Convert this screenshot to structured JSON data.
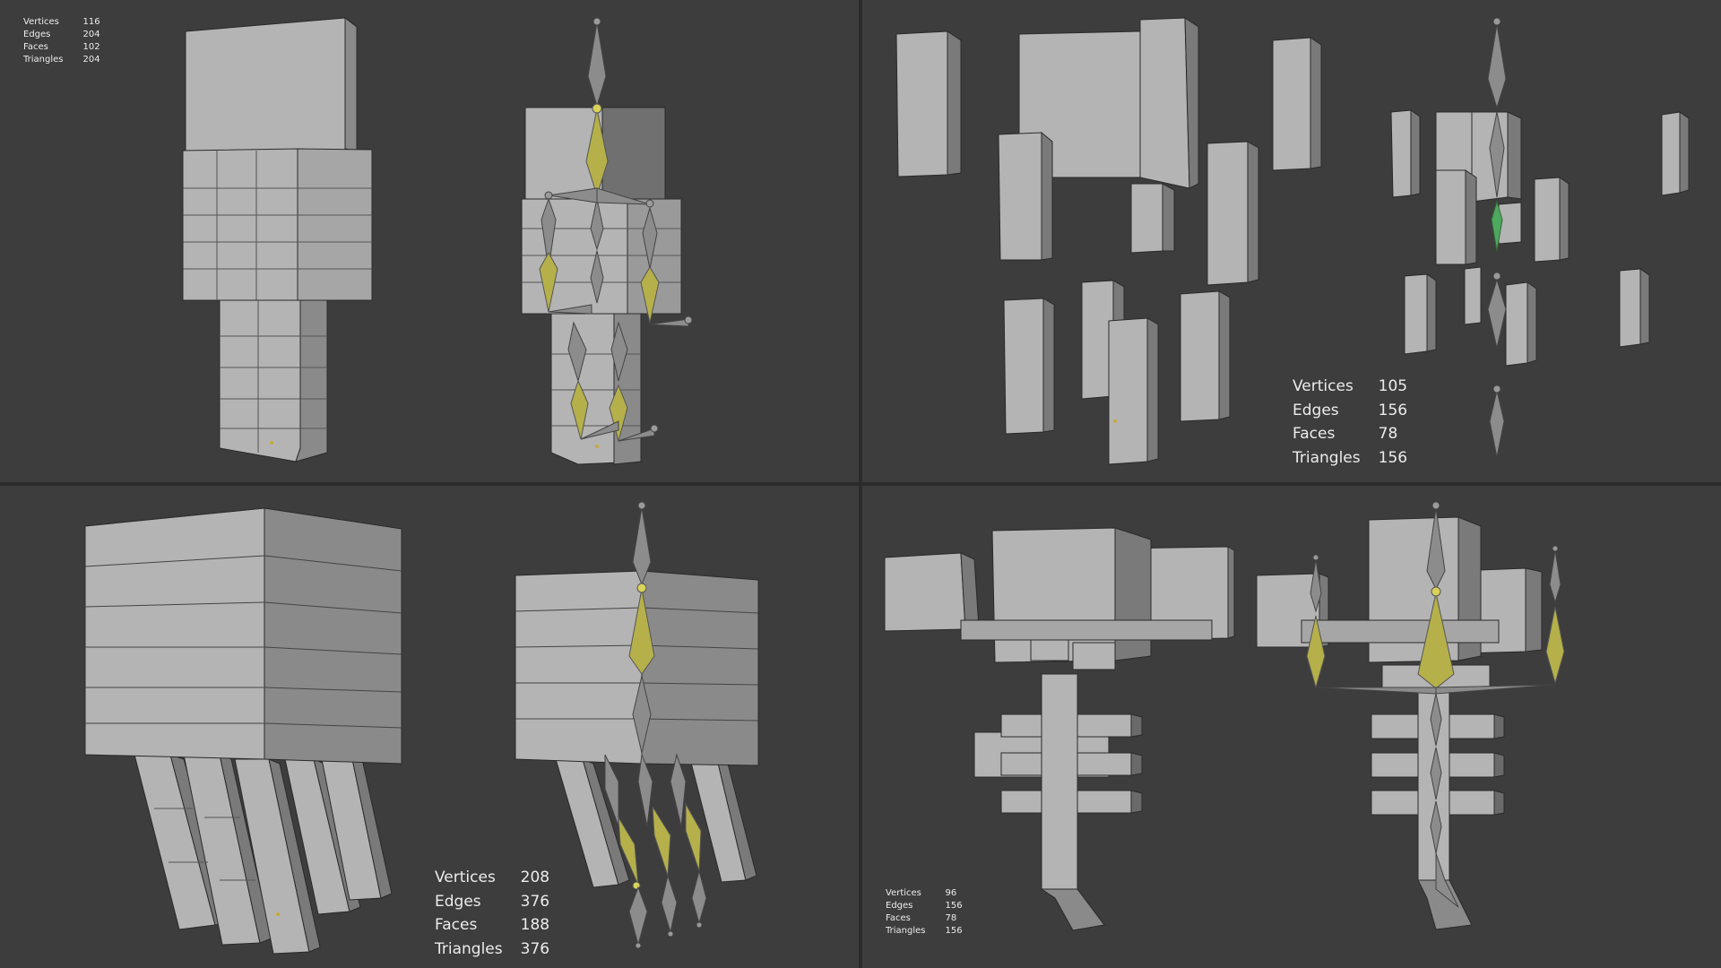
{
  "viewports": [
    {
      "id": "tl",
      "size": "small",
      "stats": [
        {
          "label": "Vertices",
          "value": "116"
        },
        {
          "label": "Edges",
          "value": "204"
        },
        {
          "label": "Faces",
          "value": "102"
        },
        {
          "label": "Triangles",
          "value": "204"
        }
      ]
    },
    {
      "id": "tr",
      "size": "large",
      "stats": [
        {
          "label": "Vertices",
          "value": "105"
        },
        {
          "label": "Edges",
          "value": "156"
        },
        {
          "label": "Faces",
          "value": "78"
        },
        {
          "label": "Triangles",
          "value": "156"
        }
      ]
    },
    {
      "id": "bl",
      "size": "large",
      "stats": [
        {
          "label": "Vertices",
          "value": "208"
        },
        {
          "label": "Edges",
          "value": "376"
        },
        {
          "label": "Faces",
          "value": "188"
        },
        {
          "label": "Triangles",
          "value": "376"
        }
      ]
    },
    {
      "id": "br",
      "size": "small",
      "stats": [
        {
          "label": "Vertices",
          "value": "96"
        },
        {
          "label": "Edges",
          "value": "156"
        },
        {
          "label": "Faces",
          "value": "78"
        },
        {
          "label": "Triangles",
          "value": "156"
        }
      ]
    }
  ],
  "colors": {
    "background": "#3d3d3d",
    "separator": "#2b2b2b",
    "mesh_front": "#b4b4b4",
    "mesh_side": "#8a8a8a",
    "mesh_dark": "#5e5e5e",
    "bone_gray": "#8c8c8c",
    "bone_selected": "#b5b04a",
    "bone_active": "#4fa85f",
    "text": "#ececec"
  },
  "icons": {
    "bone": "octahedral-bone-icon",
    "joint": "bone-joint-icon"
  }
}
